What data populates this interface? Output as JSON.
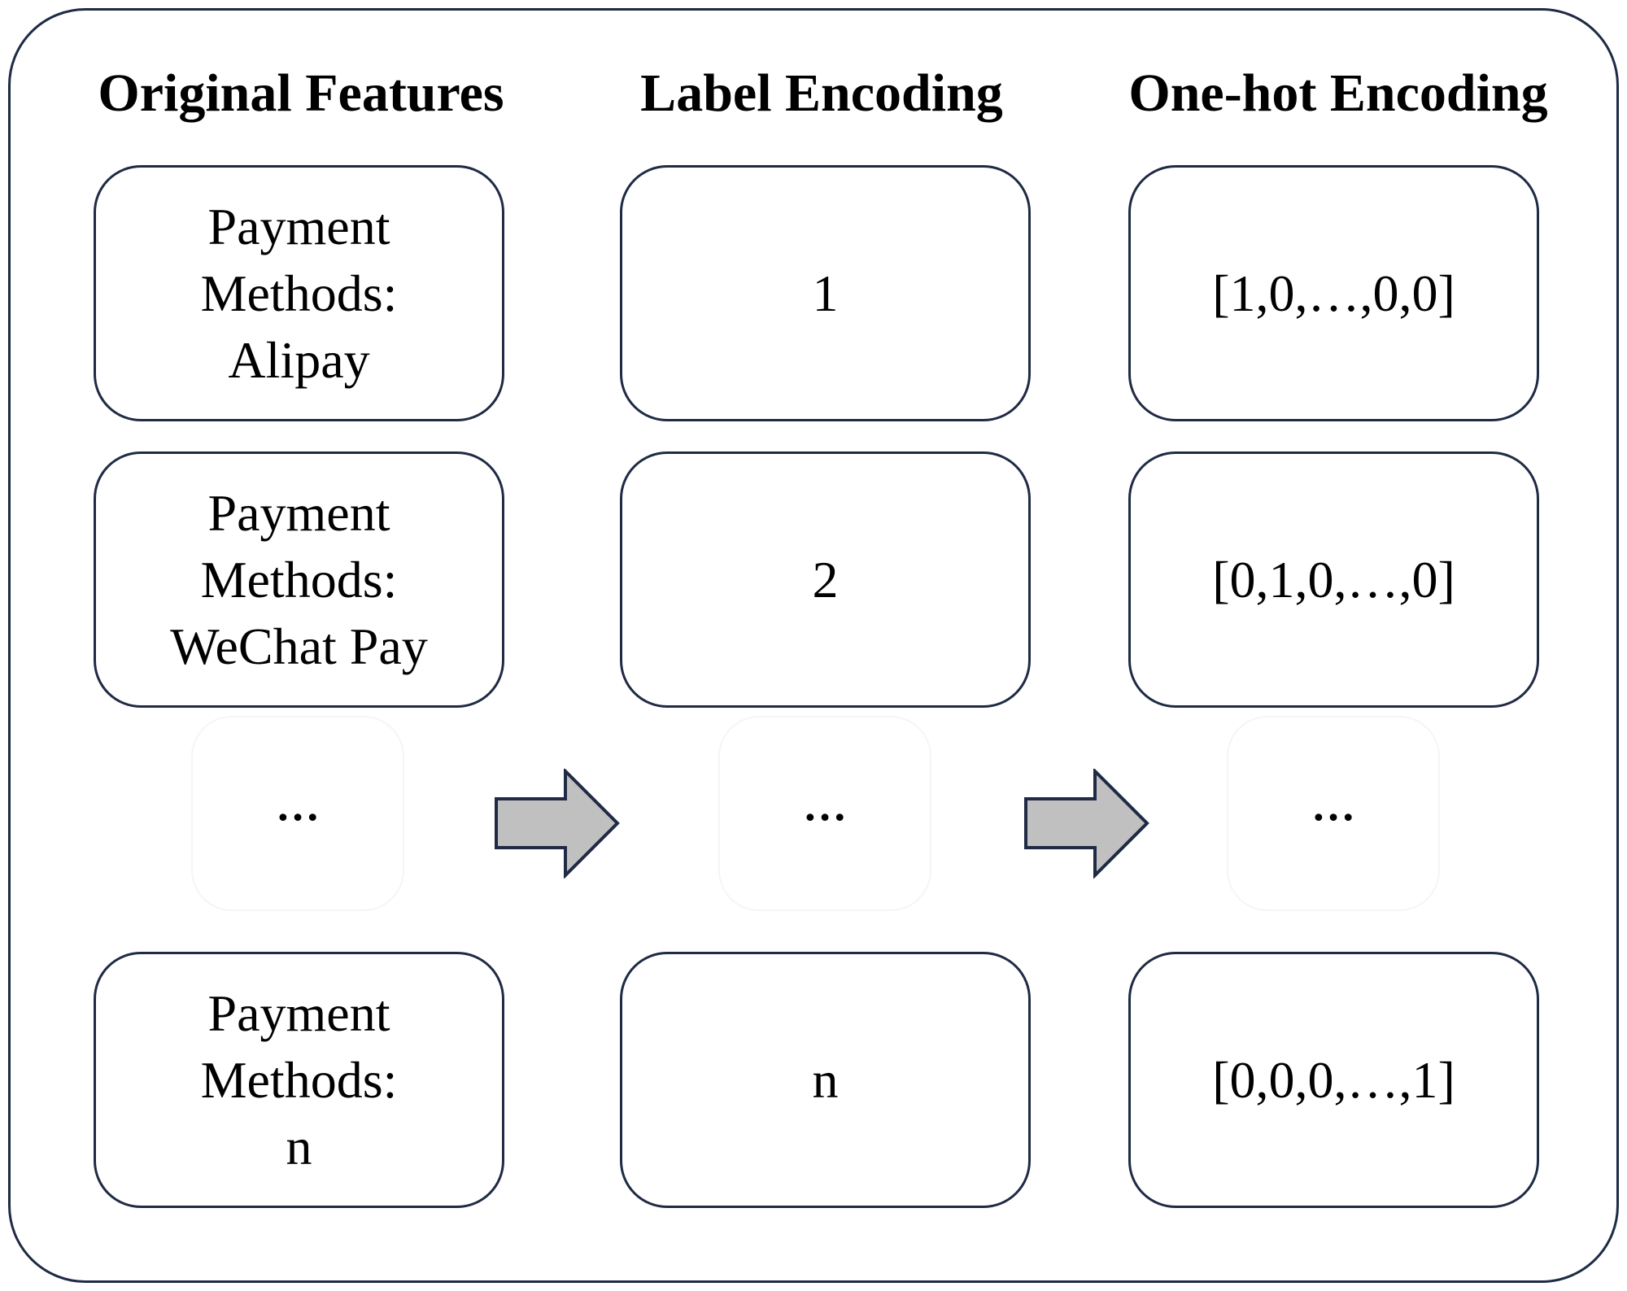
{
  "headers": {
    "original": "Original Features",
    "label": "Label Encoding",
    "onehot": "One-hot Encoding"
  },
  "rows": [
    {
      "feature_line1": "Payment",
      "feature_line2": "Methods:",
      "feature_line3": "Alipay",
      "label": "1",
      "onehot": "[1,0,…,0,0]"
    },
    {
      "feature_line1": "Payment",
      "feature_line2": "Methods:",
      "feature_line3": "WeChat Pay",
      "label": "2",
      "onehot": "[0,1,0,…,0]"
    },
    {
      "feature_line1": "Payment",
      "feature_line2": "Methods:",
      "feature_line3": "n",
      "label": "n",
      "onehot": "[0,0,0,…,1]"
    }
  ],
  "ellipsis": "…",
  "colors": {
    "border": "#1f2a44",
    "arrow_fill": "#c0c0c0",
    "arrow_stroke": "#1f2a44"
  },
  "icons": {
    "arrow": "right-arrow-icon"
  }
}
